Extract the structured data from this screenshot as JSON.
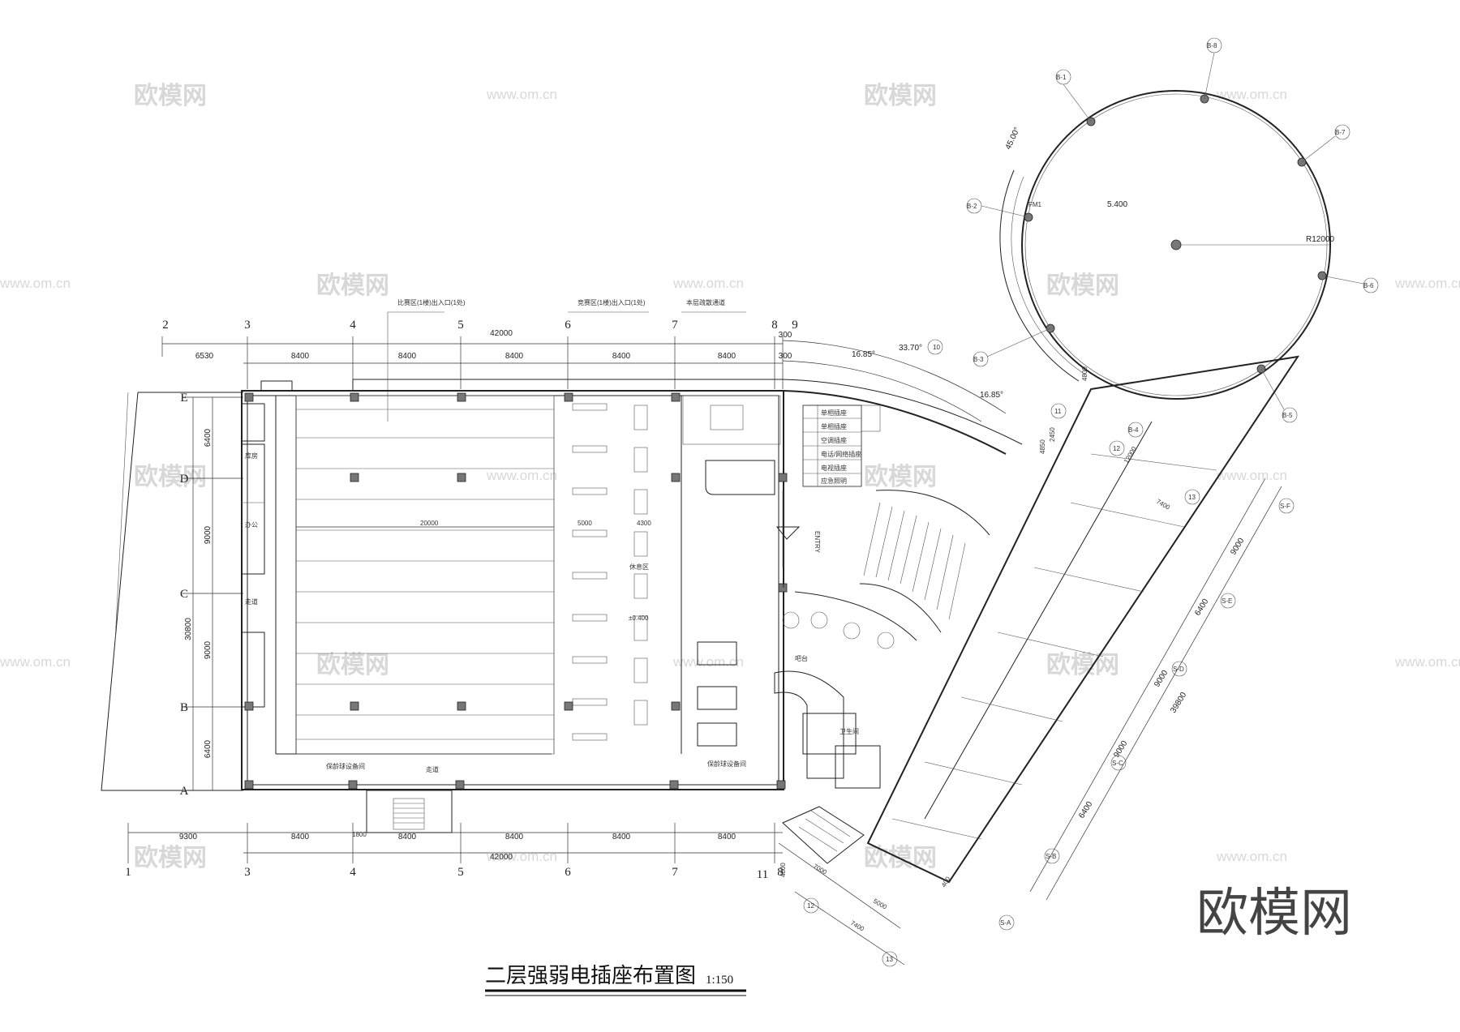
{
  "title": "二层强弱电插座布置图",
  "scale": "1:150",
  "brand_mark": "欧模网",
  "watermarks": {
    "logo": "欧模网",
    "url": "www.om.cn"
  },
  "axes_top": [
    "2",
    "3",
    "4",
    "5",
    "6",
    "7",
    "8",
    "9"
  ],
  "axes_bottom": [
    "1",
    "3",
    "4",
    "5",
    "6",
    "7",
    "11",
    "8"
  ],
  "axes_left": [
    "E",
    "D",
    "C",
    "B",
    "A"
  ],
  "axes_diag": [
    "10",
    "11",
    "12",
    "13",
    "12",
    "13"
  ],
  "axes_ring": [
    "B-8",
    "B-1",
    "B-7",
    "B-2",
    "B-6",
    "B-3",
    "B-5",
    "B-4"
  ],
  "axes_side": [
    "S-F",
    "S-E",
    "S-D",
    "S-C",
    "S-B",
    "S-A"
  ],
  "dims_top": [
    "6530",
    "8400",
    "8400",
    "8400",
    "8400",
    "8400",
    "300",
    "300",
    "42000"
  ],
  "dims_bottom": [
    "9300",
    "8400",
    "8400",
    "8400",
    "8400",
    "8400",
    "42000"
  ],
  "dims_left": [
    "6400",
    "9000",
    "9000",
    "6400",
    "30800"
  ],
  "dims_side": [
    "9000",
    "6400",
    "9000",
    "9000",
    "6400",
    "39800"
  ],
  "dims_misc": [
    "16.85°",
    "33.70°",
    "16.85°",
    "45.00°",
    "R12000",
    "5.400",
    "4800",
    "4850",
    "2450",
    "12000",
    "7400",
    "7000",
    "5000",
    "7400",
    "4800",
    "400",
    "20000",
    "5000",
    "4300",
    "1800",
    "±0.400"
  ],
  "labels": {
    "top_note_1": "比赛区(1楼)出入口(1处)",
    "top_note_2": "竞赛区(1楼)出入口(1处)",
    "top_note_3": "本层疏散通道",
    "entry": "ENTRY",
    "rest": "休息区",
    "corridor": "走道",
    "equip": "保龄球设备间",
    "bar": "吧台",
    "fm": "FM1",
    "office": "办公",
    "wc": "卫生间",
    "storage": "库房"
  },
  "legend_rows": [
    "单相插座",
    "单相插座",
    "空调插座",
    "电话/网络插座",
    "电视插座",
    "应急照明"
  ]
}
